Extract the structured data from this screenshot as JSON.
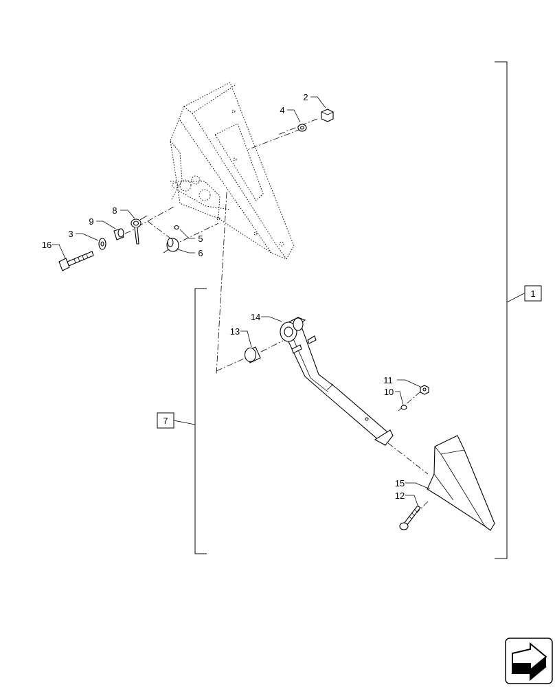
{
  "callouts": {
    "c1": "1",
    "c2": "2",
    "c3": "3",
    "c4": "4",
    "c5": "5",
    "c6": "6",
    "c7": "7",
    "c8": "8",
    "c9": "9",
    "c10": "10",
    "c11": "11",
    "c12": "12",
    "c13": "13",
    "c14": "14",
    "c15": "15",
    "c16": "16"
  },
  "nav": {
    "icon": "next-page-arrow-icon"
  }
}
